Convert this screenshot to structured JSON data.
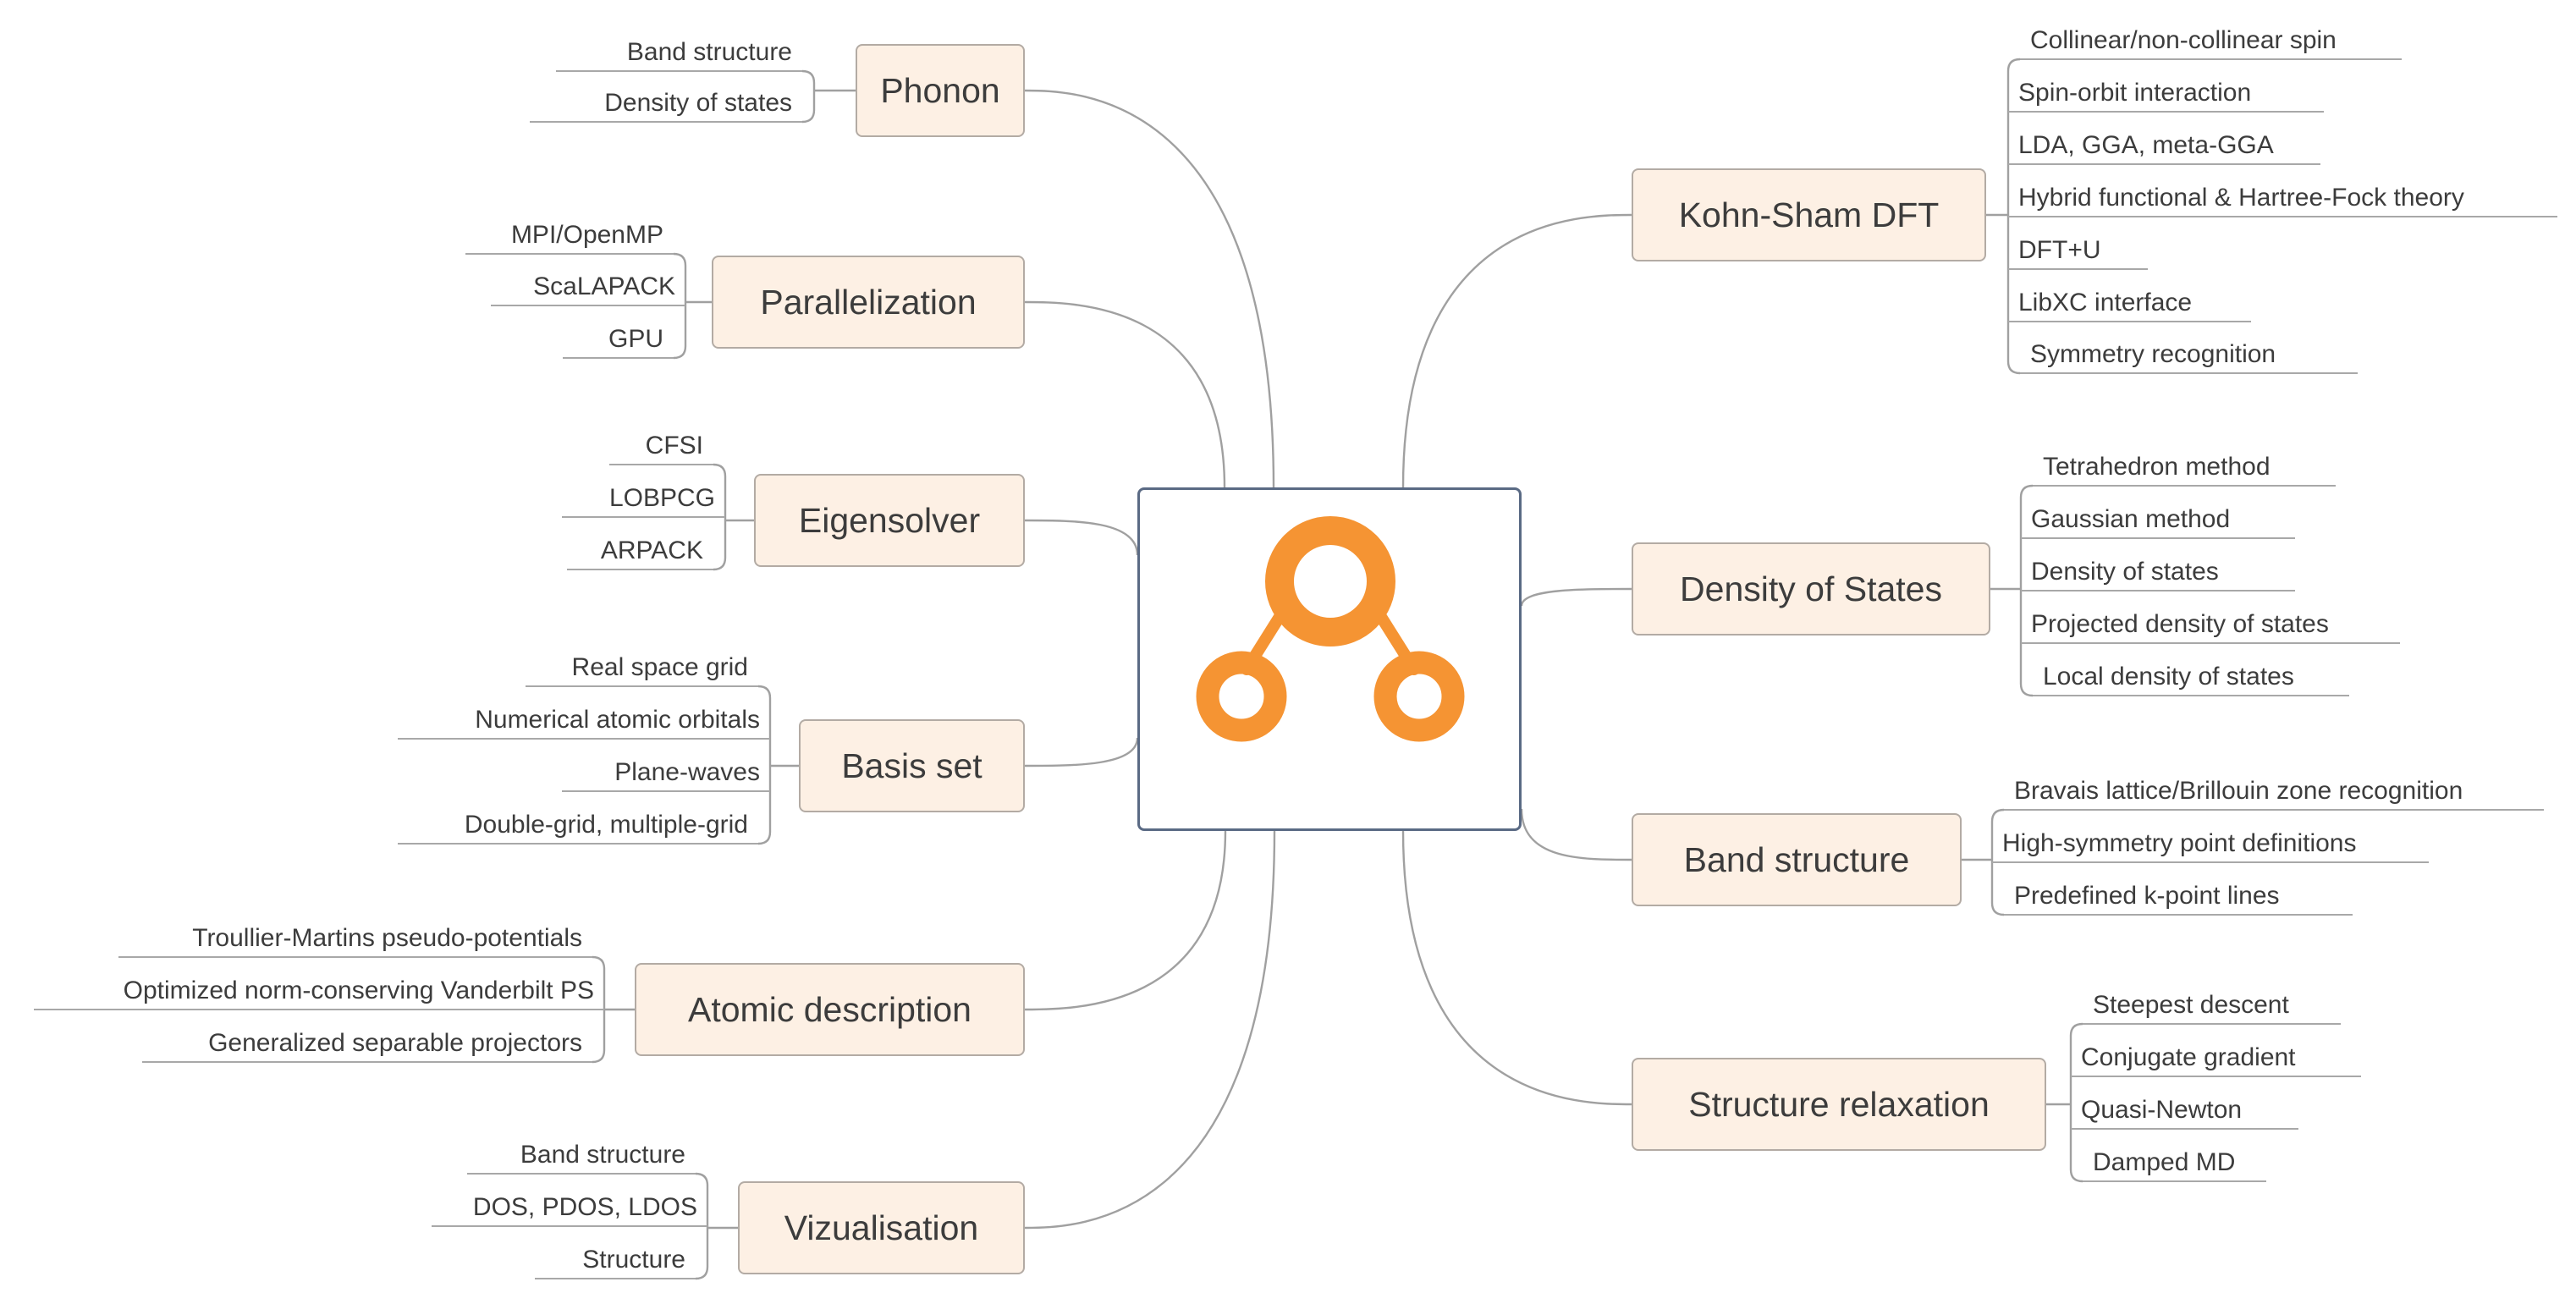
{
  "central": {
    "icon": "mindmap-logo-icon",
    "color": "#f59433"
  },
  "colors": {
    "topic_fill": "#fdf0e4",
    "topic_border": "#b3aba4",
    "line": "#a0a0a0",
    "text": "#3c3c3c"
  },
  "left": [
    {
      "label": "Phonon",
      "items": [
        "Band structure",
        "Density of states"
      ]
    },
    {
      "label": "Parallelization",
      "items": [
        "MPI/OpenMP",
        "ScaLAPACK",
        "GPU"
      ]
    },
    {
      "label": "Eigensolver",
      "items": [
        "CFSI",
        "LOBPCG",
        "ARPACK"
      ]
    },
    {
      "label": "Basis set",
      "items": [
        "Real space grid",
        "Numerical atomic orbitals",
        "Plane-waves",
        "Double-grid, multiple-grid"
      ]
    },
    {
      "label": "Atomic description",
      "items": [
        "Troullier-Martins pseudo-potentials",
        "Optimized norm-conserving Vanderbilt PS",
        "Generalized separable projectors"
      ]
    },
    {
      "label": "Vizualisation",
      "items": [
        "Band structure",
        "DOS, PDOS, LDOS",
        "Structure"
      ]
    }
  ],
  "right": [
    {
      "label": "Kohn-Sham DFT",
      "items": [
        "Collinear/non-collinear spin",
        "Spin-orbit interaction",
        "LDA, GGA, meta-GGA",
        "Hybrid functional & Hartree-Fock theory",
        "DFT+U",
        "LibXC interface",
        "Symmetry recognition"
      ]
    },
    {
      "label": "Density of States",
      "items": [
        "Tetrahedron method",
        "Gaussian method",
        "Density of states",
        "Projected density of states",
        "Local density of states"
      ]
    },
    {
      "label": "Band structure",
      "items": [
        "Bravais lattice/Brillouin zone recognition",
        "High-symmetry point definitions",
        "Predefined k-point lines"
      ]
    },
    {
      "label": "Structure relaxation",
      "items": [
        "Steepest descent",
        "Conjugate gradient",
        "Quasi-Newton",
        "Damped MD"
      ]
    }
  ]
}
